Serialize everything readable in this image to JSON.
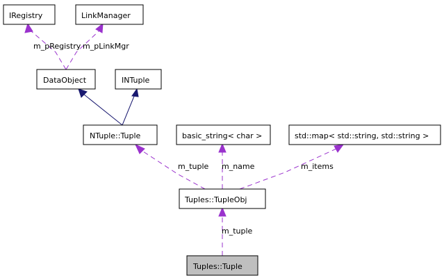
{
  "nodes": {
    "iregistry": "IRegistry",
    "linkmanager": "LinkManager",
    "dataobject": "DataObject",
    "intuple": "INTuple",
    "ntuple_tuple": "NTuple::Tuple",
    "basic_string": "basic_string< char >",
    "std_map": "std::map< std::string, std::string >",
    "tupleobj": "Tuples::TupleObj",
    "tuples_tuple": "Tuples::Tuple"
  },
  "edge_labels": {
    "m_pregistry": "m_pRegistry",
    "m_plinkmgr": "m_pLinkMgr",
    "m_tuple_ntuple": "m_tuple",
    "m_name": "m_name",
    "m_items": "m_items",
    "m_tuple_tupleobj": "m_tuple"
  },
  "colors": {
    "inheritance": "#191970",
    "usage": "#9a32cd",
    "highlight_fill": "#bfbfbf"
  }
}
